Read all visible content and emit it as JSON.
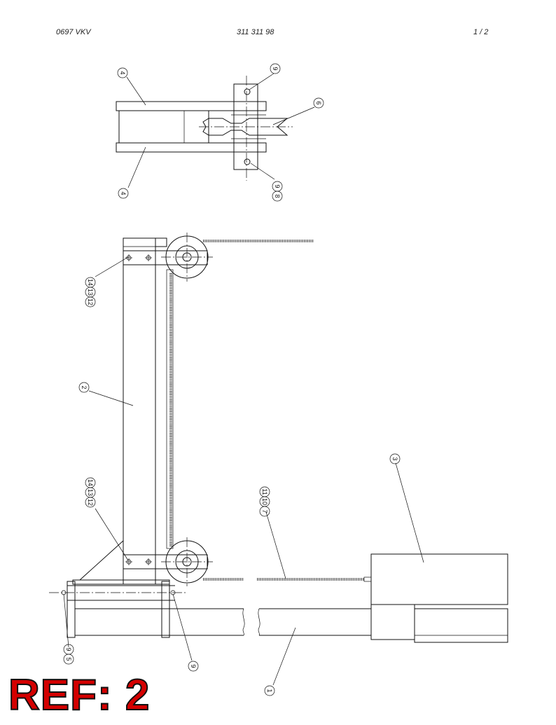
{
  "header": {
    "left": "0697 VKV",
    "center": "311 311 98",
    "right": "1 / 2"
  },
  "balloons": {
    "b1": "4",
    "b2": "9",
    "b3": "6",
    "b4": "4",
    "b5": "8",
    "b6": "9",
    "b7": "12",
    "b8": "13",
    "b9": "14",
    "b10": "2",
    "b11": "12",
    "b12": "13",
    "b13": "14",
    "b14": "7",
    "b15": "10",
    "b16": "11",
    "b17": "3",
    "b18": "5",
    "b19": "9",
    "b20": "9",
    "b21": "1"
  },
  "ref_label": "REF: 2"
}
